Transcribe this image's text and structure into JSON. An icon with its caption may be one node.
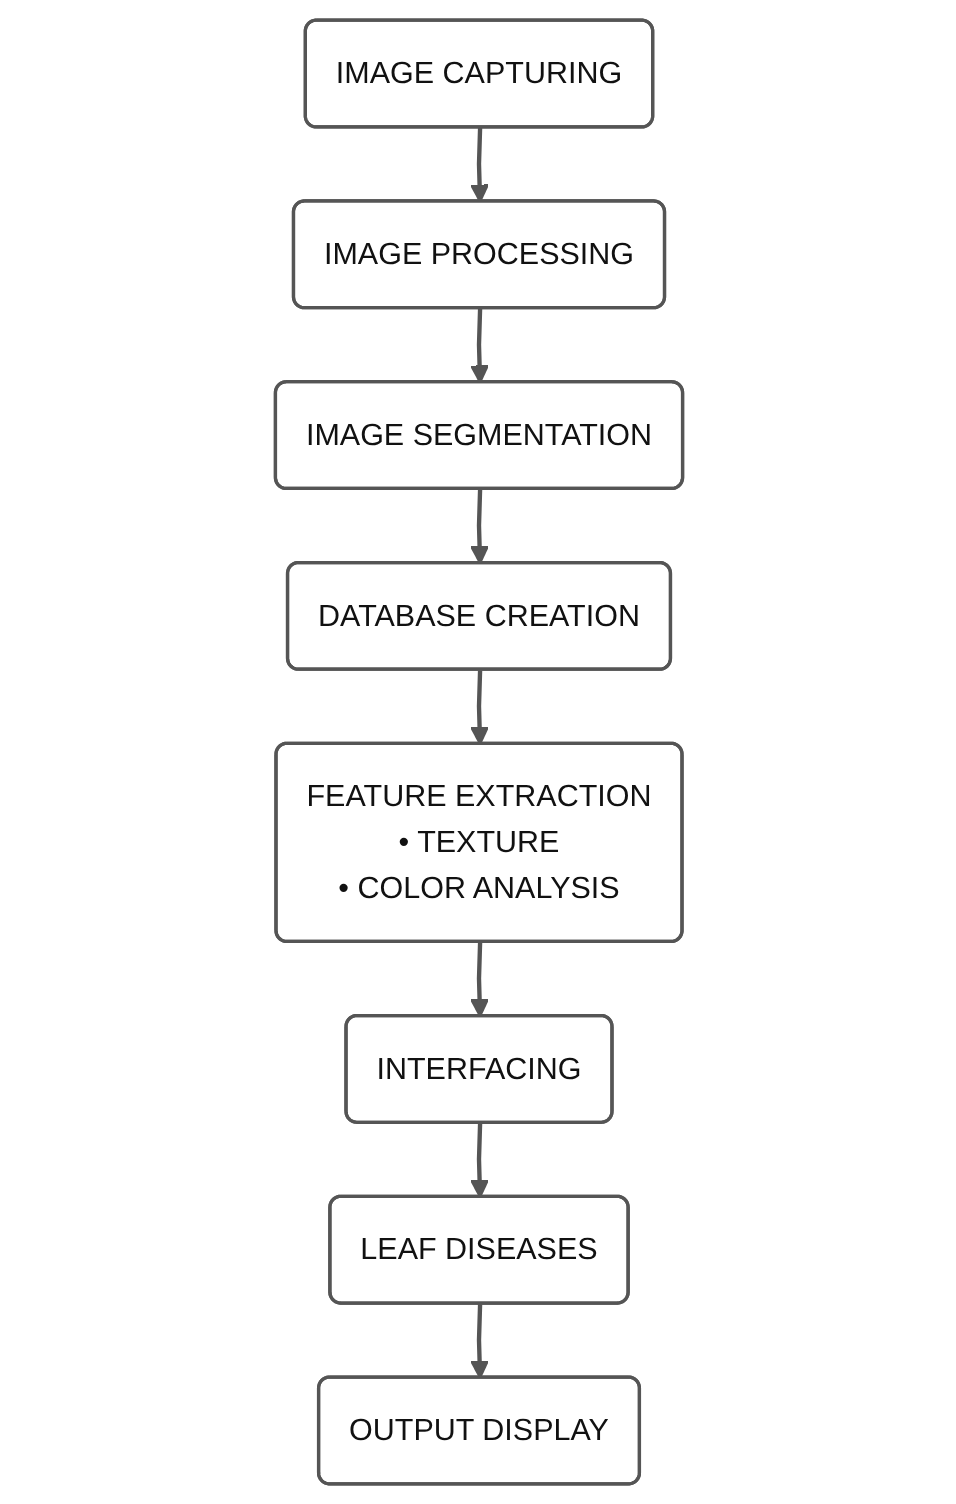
{
  "diagram": {
    "nodes": [
      {
        "text": [
          "IMAGE CAPTURING"
        ]
      },
      {
        "text": [
          "IMAGE PROCESSING"
        ]
      },
      {
        "text": [
          "IMAGE SEGMENTATION"
        ]
      },
      {
        "text": [
          "DATABASE CREATION"
        ]
      },
      {
        "text": [
          "FEATURE EXTRACTION",
          "• TEXTURE",
          "• COLOR ANALYSIS"
        ]
      },
      {
        "text": [
          "INTERFACING"
        ]
      },
      {
        "text": [
          "LEAF DISEASES"
        ]
      },
      {
        "text": [
          "OUTPUT DISPLAY"
        ]
      }
    ],
    "edges": [
      {
        "from": 0,
        "to": 1,
        "arrow": "to"
      },
      {
        "from": 1,
        "to": 2,
        "arrow": "to"
      },
      {
        "from": 2,
        "to": 3,
        "arrow": "to"
      },
      {
        "from": 3,
        "to": 4,
        "arrow": "to"
      },
      {
        "from": 4,
        "to": 5,
        "arrow": "to"
      },
      {
        "from": 5,
        "to": 6,
        "arrow": "to"
      },
      {
        "from": 6,
        "to": 7,
        "arrow": "to"
      }
    ]
  }
}
